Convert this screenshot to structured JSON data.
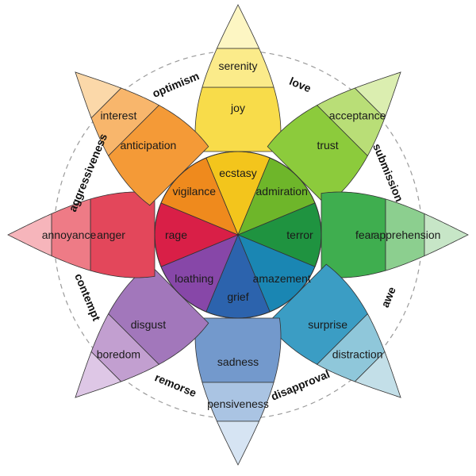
{
  "diagram": {
    "petals": [
      {
        "id": "joy",
        "angle": 0,
        "tip": "#fdf6c3",
        "outer": "#fbeb8a",
        "mid": "#f8dc4a",
        "inner": "#f3c51c",
        "labels": {
          "outer": "serenity",
          "mid": "joy",
          "inner": "ecstasy"
        }
      },
      {
        "id": "trust",
        "angle": 45,
        "tip": "#dbeeb0",
        "outer": "#b9de77",
        "mid": "#8ccb3c",
        "inner": "#6eb62a",
        "labels": {
          "outer": "acceptance",
          "mid": "trust",
          "inner": "admiration"
        }
      },
      {
        "id": "fear",
        "angle": 90,
        "tip": "#c7e6c7",
        "outer": "#8ccf8f",
        "mid": "#3fae4f",
        "inner": "#1f9340",
        "labels": {
          "outer": "apprehension",
          "mid": "fear",
          "inner": "terror"
        }
      },
      {
        "id": "surprise",
        "angle": 135,
        "tip": "#c3dfe8",
        "outer": "#8fc7da",
        "mid": "#3b9dc4",
        "inner": "#1a86b3",
        "labels": {
          "outer": "distraction",
          "mid": "surprise",
          "inner": "amazement"
        }
      },
      {
        "id": "sadness",
        "angle": 180,
        "tip": "#d6e4f3",
        "outer": "#aac4e3",
        "mid": "#7399cc",
        "inner": "#2c63ad",
        "labels": {
          "outer": "pensiveness",
          "mid": "sadness",
          "inner": "grief"
        }
      },
      {
        "id": "disgust",
        "angle": 225,
        "tip": "#dec7e6",
        "outer": "#c29fd0",
        "mid": "#a277bb",
        "inner": "#8747a8",
        "labels": {
          "outer": "boredom",
          "mid": "disgust",
          "inner": "loathing"
        }
      },
      {
        "id": "anger",
        "angle": 270,
        "tip": "#f6b5bb",
        "outer": "#ee7b86",
        "mid": "#e3475b",
        "inner": "#d91f47",
        "labels": {
          "outer": "annoyance",
          "mid": "anger",
          "inner": "rage"
        }
      },
      {
        "id": "anticipation",
        "angle": 315,
        "tip": "#fbd8a9",
        "outer": "#f8b66c",
        "mid": "#f49a37",
        "inner": "#ef8a1d",
        "labels": {
          "outer": "interest",
          "mid": "anticipation",
          "inner": "vigilance"
        }
      }
    ],
    "dyads": [
      {
        "text": "love",
        "angle": 22.5
      },
      {
        "text": "submission",
        "angle": 67.5
      },
      {
        "text": "awe",
        "angle": 112.5
      },
      {
        "text": "disapproval",
        "angle": 157.5
      },
      {
        "text": "remorse",
        "angle": 202.5
      },
      {
        "text": "contempt",
        "angle": 247.5
      },
      {
        "text": "aggressiveness",
        "angle": 292.5
      },
      {
        "text": "optimism",
        "angle": 337.5
      }
    ],
    "colors": {
      "outline": "#333333",
      "circle": "#9a9a9a"
    }
  }
}
